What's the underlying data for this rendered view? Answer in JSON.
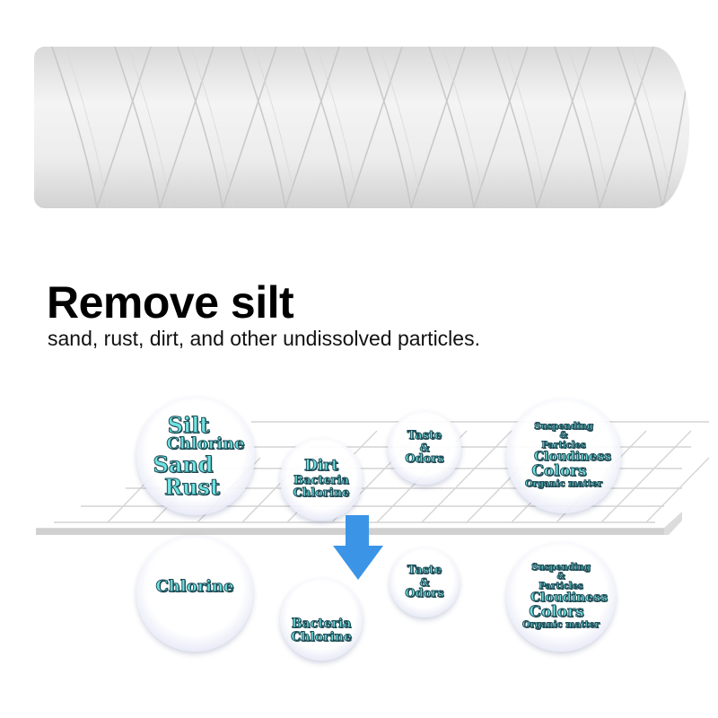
{
  "product_image": {
    "label": "wound string sediment filter cartridge"
  },
  "headline": "Remove silt",
  "subline": "sand, rust, dirt, and other undissolved particles.",
  "accent_colors": {
    "bubble_text": "#6fe3e0",
    "bubble_text_outline": "#1f4f5a",
    "arrow": "#3b94e6",
    "grid_line": "#d4d4d4"
  },
  "above_filter": {
    "bubbles": [
      {
        "lines": [
          "Silt",
          "Chlorine",
          "Sand",
          "Rust"
        ]
      },
      {
        "lines": [
          "Dirt",
          "Bacteria",
          "Chlorine"
        ]
      },
      {
        "lines": [
          "Taste",
          "&",
          "Odors"
        ]
      },
      {
        "lines": [
          "Suspending",
          "&",
          "Particles",
          "Cloudiness",
          "Colors",
          "Organic matter"
        ]
      }
    ]
  },
  "below_filter": {
    "bubbles": [
      {
        "lines": [
          "Chlorine"
        ]
      },
      {
        "lines": [
          "Bacteria",
          "Chlorine"
        ]
      },
      {
        "lines": [
          "Taste",
          "&",
          "Odors"
        ]
      },
      {
        "lines": [
          "Suspending",
          "&",
          "Particles",
          "Cloudiness",
          "Colors",
          "Organic matter"
        ]
      }
    ]
  },
  "flow_arrow": {
    "direction": "down",
    "icon": "arrow-down-icon"
  }
}
